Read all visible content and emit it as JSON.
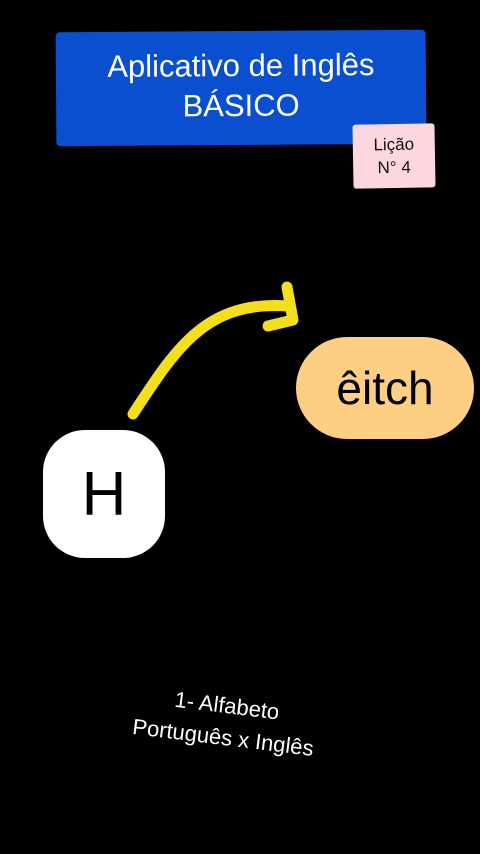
{
  "title": {
    "line1": "Aplicativo de Inglês",
    "line2": "BÁSICO"
  },
  "lesson": {
    "line1": "Lição",
    "line2": "N° 4"
  },
  "letter": "H",
  "pronunciation": "êitch",
  "caption": {
    "line1": "1- Alfabeto",
    "line2": "Português x Inglês"
  },
  "colors": {
    "banner": "#0a4fd0",
    "lesson_tag": "#fdd7df",
    "arrow": "#f3e01b",
    "pill": "#fdcf82"
  }
}
